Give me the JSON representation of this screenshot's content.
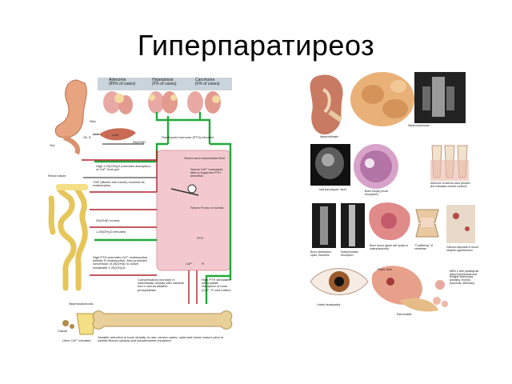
{
  "slide": {
    "title": "Гиперпаратиреоз"
  },
  "left_figure": {
    "header_cols": [
      {
        "name": "Adenoma",
        "sub": "(85% of cases)"
      },
      {
        "name": "Hyperplasia",
        "sub": "(5% of cases)"
      },
      {
        "name": "Carcinoma",
        "sub": "(0% of cases)"
      }
    ],
    "labels": {
      "skin": "Skin",
      "vitd": "Vit. D",
      "liver": "Liver",
      "ohd": "25(OH)D",
      "gut": "Gut",
      "pth_elevated": "Parathyroid hormone (PTH) elevated",
      "gut_absorption": "High 1,25(OH)₂D promotes absorption of Ca²⁺ from gut",
      "renal_tubule": "Renal tubule",
      "tgp": "TGP (filtered into tubule) exceeds its reabsorption",
      "serum_ca": "Serum Ca²⁺ increased, fails to suppress PTH secretion",
      "serum_p": "Serum Pᵢ low or normal",
      "ecf": "Serum and extracellular fluid",
      "ohd_normal": "25(OH)D normal",
      "ohd2_elevated": "1,25(OH)₂D elevated",
      "pth": "PTH",
      "high_pth_promotes": "High PTH promotes Ca²⁺ reabsorption, inhibits Pᵢ reabsorption. Also promotes conversion of 25(OH)D to active metabolite 1,25(OH)₂D",
      "compensatory": "Compensatory increase in osteoblastic activity with variable rise in serum alkaline phosphatase",
      "high_pth_osteo": "High PTH stimulates osteoclastic resorption of bone (Ca²⁺, Pᵢ and matrix)",
      "nephrocalcinosis": "Nephrocalcinosis",
      "calculi": "Calculi",
      "urine": "Urine Ca²⁺ elevated",
      "bone_caption": "Variable reduction in bone density. In rare, severe cases, cysts and brown tumors (due to osteitis fibrosa cystica) and subperiosteal resorption",
      "ca": "Ca²⁺",
      "pi": "Pᵢ"
    }
  },
  "right_figure": {
    "captions": {
      "nephrolithiasis": "Nephrolithiasis",
      "nephrocalcinosis": "Nephrocalcinosis",
      "salt_pepper": "\"salt and pepper\" skull",
      "bone_biopsy": "Bone biopsy (focal resorption)",
      "lamina_dura": "Absence of lamina dura (broken line indicates normal contour)",
      "bone_rarefaction": "Bone rarefaction; cysts; fractures",
      "subperiosteal": "Subperiosteal resorption",
      "brown_tumor": "Bone tumor (giant cell epulis or osteoclastoma)",
      "codfishing": "\"Codfishing\" of vertebrae",
      "calcium_deposits": "Calcium deposits in blood vessels hypertension",
      "band_keratopathy": "Limbic keratopathy",
      "peptic_ulcer": "Peptic ulcer",
      "pancreatitis": "Pancreatitis",
      "men1": "MEN 1 with parathyroid gland hyperplasia and multiple adenomas (pituitary, thyroid, pancreas, adrenals)"
    }
  },
  "colors": {
    "pth_green": "#22a83a",
    "ecf_pink": "#f3c9cf",
    "bone_tan": "#e9cf9a",
    "kidney_yellow": "#f4df86",
    "gut_salmon": "#e7a47f",
    "gland_pink": "#e8a9a4",
    "flow_red": "#b0202a"
  }
}
